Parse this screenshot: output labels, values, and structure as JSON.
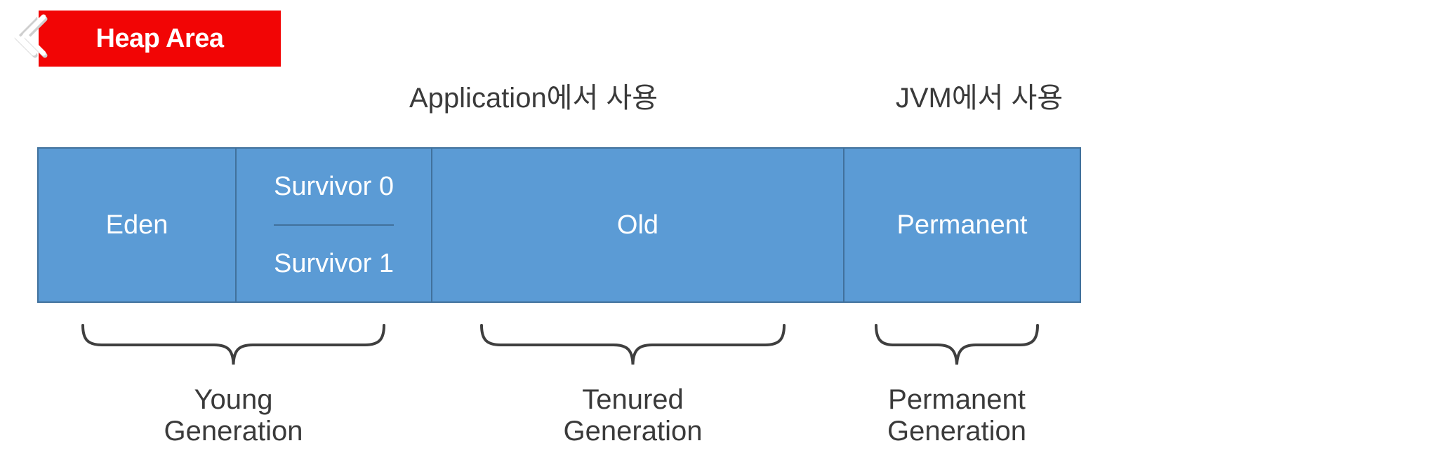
{
  "header": {
    "back_icon": "chevron-left-icon",
    "banner_label": "Heap Area",
    "banner_color": "#F20505",
    "banner_text_color": "#FFFFFF"
  },
  "captions": {
    "application": "Application에서 사용",
    "jvm": "JVM에서 사용"
  },
  "memory_bar": {
    "fill_color": "#5B9BD5",
    "border_color": "#41719C",
    "text_color": "#FFFFFF",
    "regions": [
      {
        "id": "eden",
        "label": "Eden"
      },
      {
        "id": "survivor",
        "label": "",
        "sublabels": [
          "Survivor 0",
          "Survivor 1"
        ]
      },
      {
        "id": "old",
        "label": "Old"
      },
      {
        "id": "permanent",
        "label": "Permanent"
      }
    ]
  },
  "generations": [
    {
      "id": "young",
      "label": "Young\nGeneration"
    },
    {
      "id": "tenured",
      "label": "Tenured\nGeneration"
    },
    {
      "id": "permanent",
      "label": "Permanent\nGeneration"
    }
  ],
  "brace_color": "#3F3F3F"
}
